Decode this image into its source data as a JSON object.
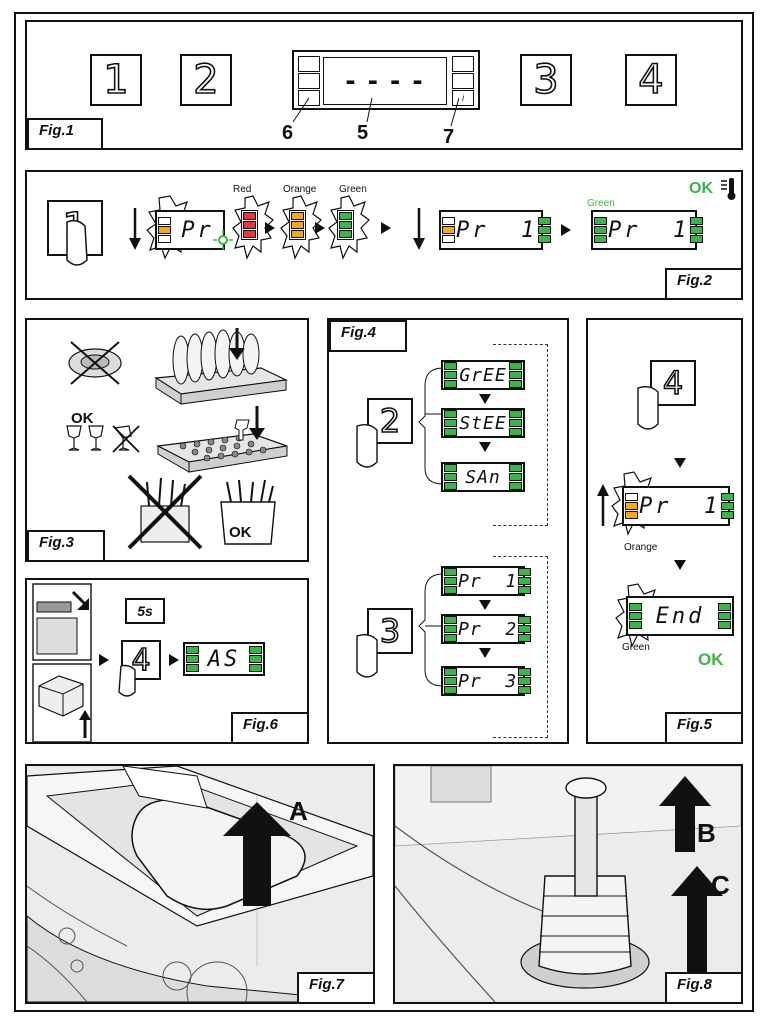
{
  "outer_frame": {},
  "fig1": {
    "label": "Fig.1",
    "keys": [
      "1",
      "2",
      "3",
      "4"
    ],
    "display_text": "- - - -",
    "callouts": [
      "6",
      "5",
      "7"
    ],
    "info_glyph": "i"
  },
  "fig2": {
    "label": "Fig.2",
    "start_key": "1",
    "display_pr": "Pr",
    "display_pr1": "Pr  1",
    "color_red": "Red",
    "color_orange": "Orange",
    "color_green": "Green",
    "green_label": "Green",
    "ok": "OK"
  },
  "fig3": {
    "label": "Fig.3",
    "ok_small": "OK",
    "ok_box": "OK"
  },
  "fig4": {
    "label": "Fig.4",
    "key_a": "2",
    "key_b": "3",
    "group_a": [
      "GrEE",
      "StEE",
      "SAn"
    ],
    "group_b": [
      "Pr  1",
      "Pr  2",
      "Pr  3"
    ]
  },
  "fig5": {
    "label": "Fig.5",
    "key": "4",
    "display_pr1": "Pr  1",
    "orange": "Orange",
    "display_end": "End",
    "green": "Green",
    "ok": "OK"
  },
  "fig6": {
    "label": "Fig.6",
    "timer": "5s",
    "key": "4",
    "display": "AS"
  },
  "fig7": {
    "label": "Fig.7",
    "letter": "A"
  },
  "fig8": {
    "label": "Fig.8",
    "letter_b": "B",
    "letter_c": "C"
  },
  "colors": {
    "green": "#3bb54a",
    "orange": "#f6a722",
    "red": "#e23a3a"
  }
}
